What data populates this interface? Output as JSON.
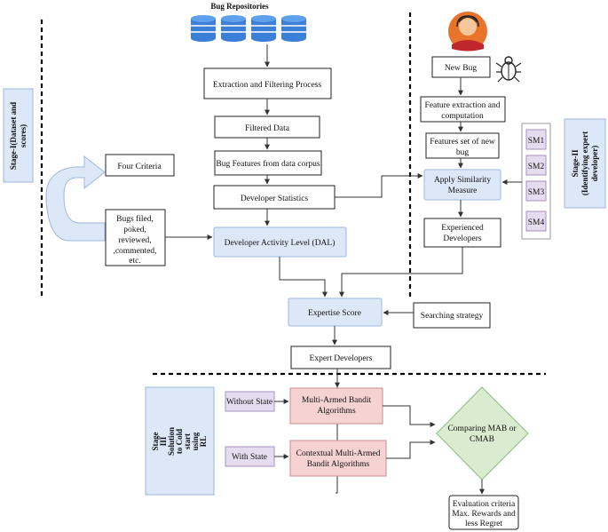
{
  "diagram": {
    "repositories_label": "Bug Repositories",
    "nodes": {
      "extraction": "Extraction and Filtering Process",
      "filtered_data": "Filtered Data",
      "bug_features": "Bug Features from data corpus",
      "developer_statistics": "Developer Statistics",
      "dal": "Developer Activity Level (DAL)",
      "four_criteria": "Four Criteria",
      "bugs_filed": [
        "Bugs filed,",
        "poked,",
        "reviewed,",
        ",commented,",
        "etc."
      ],
      "new_bug": "New Bug",
      "feature_extraction": [
        "Feature extraction and",
        "computation"
      ],
      "features_set": [
        "Features set of new",
        "bug"
      ],
      "apply_similarity": [
        "Apply Similarity",
        "Measure"
      ],
      "experienced_developers": [
        "Experienced",
        "Developers"
      ],
      "similarity_measures": [
        "SM1",
        "SM2",
        "SM3",
        "SM4"
      ],
      "expertise_score": "Expertise Score",
      "searching_strategy": "Searching strategy",
      "expert_developers": "Expert Developers",
      "without_state": "Without State",
      "with_state": "With State",
      "mab": [
        "Multi-Armed Bandit",
        "Algorithms"
      ],
      "cmab": [
        "Contextual Multi-Armed",
        "Bandit Algorithms"
      ],
      "comparing": [
        "Comparing MAB or",
        "CMAB"
      ],
      "evaluation": [
        "Evaluation criteria",
        "Max. Rewards and",
        "less Regret"
      ]
    },
    "stages": {
      "stage1": [
        "Stage-I(Dataset and",
        "scores)"
      ],
      "stage2": [
        "Stage-II",
        "(Identifying expert",
        "developer)"
      ],
      "stage3": [
        "Stage",
        "III",
        "Solution",
        "to Cold",
        "start",
        "using",
        "RL"
      ]
    },
    "colors": {
      "blue_fill": "#dce8f8",
      "pink_fill": "#f6d2d2",
      "purple_fill": "#e6dcf0",
      "green_fill": "#d9ecd0",
      "db_blue": "#3b7fd6",
      "avatar_orange": "#e8742c"
    }
  }
}
